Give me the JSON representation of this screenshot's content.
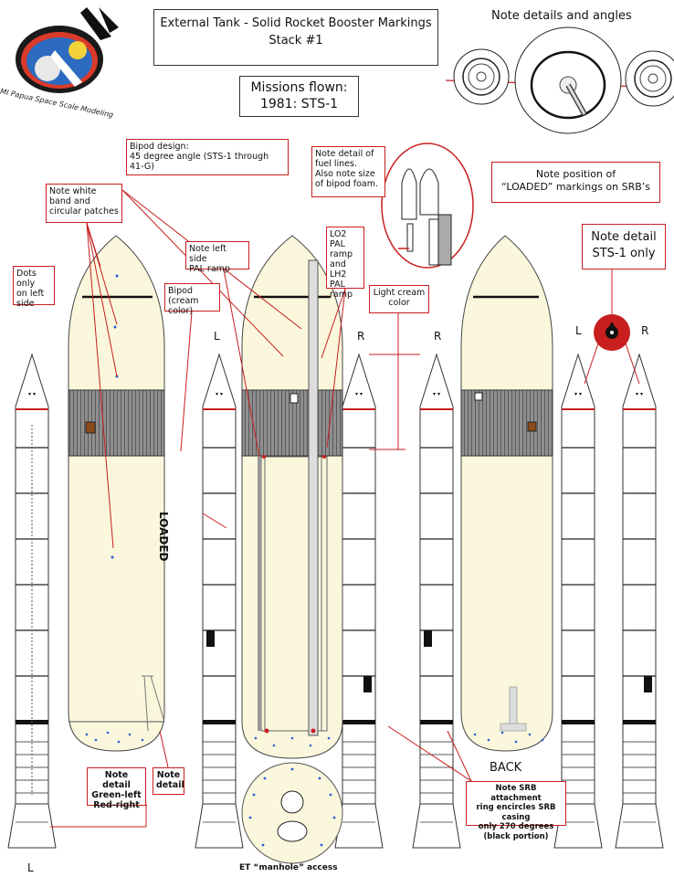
{
  "logo": {
    "text": "AMI Papua Space Scale Modeling"
  },
  "title": {
    "line1": "External Tank - Solid Rocket Booster Markings",
    "line2": "Stack #1"
  },
  "missions": {
    "line1": "Missions flown:",
    "line2": "1981:  STS-1"
  },
  "top_note": "Note details and angles",
  "notes": {
    "bipod_design_1": "Bipod design:",
    "bipod_design_2": "45 degree angle (STS-1 through 41-G)",
    "fuel_lines_1": "Note detail of",
    "fuel_lines_2": "fuel lines.",
    "fuel_lines_3": "Also note size",
    "fuel_lines_4": "of bipod foam.",
    "loaded_pos_1": "Note position of",
    "loaded_pos_2": "“LOADED” markings on SRB’s",
    "white_band_1": "Note white",
    "white_band_2": "band and",
    "white_band_3": "circular patches",
    "dots_left_1": "Dots only",
    "dots_left_2": "on left",
    "dots_left_3": "side",
    "left_pal_1": "Note left side",
    "left_pal_2": "PAL ramp",
    "bipod_cream_1": "Bipod",
    "bipod_cream_2": "(cream color)",
    "pal_ramps_1": "LO2 PAL",
    "pal_ramps_2": "ramp",
    "pal_ramps_3": "and",
    "pal_ramps_4": "LH2 PAL",
    "pal_ramps_5": "ramp",
    "light_cream_1": "Light cream",
    "light_cream_2": "color",
    "sts1_only_1": "Note detail",
    "sts1_only_2": "STS-1 only",
    "green_red_1": "Note detail",
    "green_red_2": "Green-left",
    "green_red_3": "Red-right",
    "note_detail_1": "Note",
    "note_detail_2": "detail",
    "attach_ring_1": "Note SRB attachment",
    "attach_ring_2": "ring encircles SRB casing",
    "attach_ring_3": "only 270 degrees",
    "attach_ring_4": "(black portion)"
  },
  "labels": {
    "loaded": "LOADED",
    "back": "BACK",
    "manhole": "ET “manhole” access",
    "l_mid": "L",
    "r_mid": "R",
    "r_right": "R",
    "l_detail": "L",
    "r_detail": "R",
    "l_bottom": "L"
  },
  "colors": {
    "cream": "#fbf7dc",
    "red": "#c81e1e",
    "intertank": "#8c8c8c",
    "srb": "#ffffff",
    "black": "#111111"
  }
}
